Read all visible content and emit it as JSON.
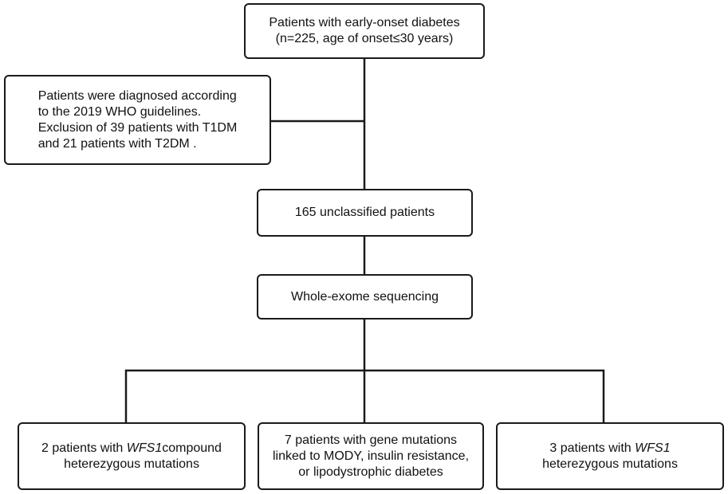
{
  "nodes": {
    "start": {
      "lines": [
        "Patients with early-onset diabetes",
        "(n=225, age of onset≤30 years)"
      ]
    },
    "exclusion": {
      "lines": [
        "Patients were diagnosed according",
        "to the 2019 WHO guidelines.",
        "Exclusion of 39 patients with T1DM",
        "and 21 patients with  T2DM ."
      ]
    },
    "unclassified": {
      "lines": [
        "165 unclassified patients"
      ]
    },
    "wes": {
      "lines": [
        "Whole-exome sequencing"
      ]
    },
    "wfs1_compound": {
      "prefix": "2 patients with ",
      "gene": "WFS1",
      "suffix": "compound",
      "line2": "heterezygous mutations"
    },
    "mody": {
      "lines": [
        "7 patients with gene  mutations",
        "linked to MODY, insulin resistance,",
        "or lipodystrophic diabetes"
      ]
    },
    "wfs1_hetero": {
      "prefix": "3 patients with ",
      "gene": "WFS1",
      "line2": "heterezygous mutations"
    }
  }
}
